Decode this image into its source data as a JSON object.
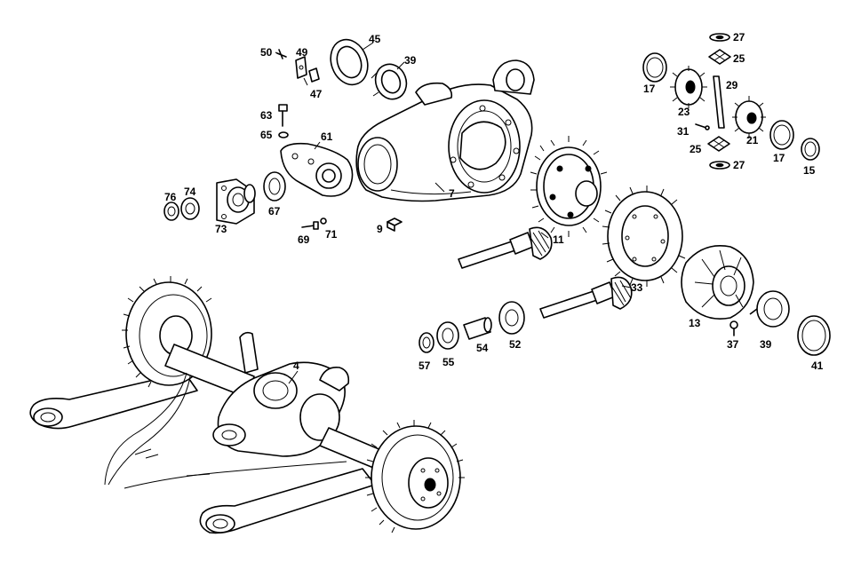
{
  "diagram": {
    "callouts": [
      {
        "id": "c50",
        "text": "50"
      },
      {
        "id": "c49",
        "text": "49"
      },
      {
        "id": "c47",
        "text": "47"
      },
      {
        "id": "c45",
        "text": "45"
      },
      {
        "id": "c39a",
        "text": "39"
      },
      {
        "id": "c63",
        "text": "63"
      },
      {
        "id": "c65",
        "text": "65"
      },
      {
        "id": "c61",
        "text": "61"
      },
      {
        "id": "c7",
        "text": "7"
      },
      {
        "id": "c76",
        "text": "76"
      },
      {
        "id": "c74",
        "text": "74"
      },
      {
        "id": "c73",
        "text": "73"
      },
      {
        "id": "c67",
        "text": "67"
      },
      {
        "id": "c69",
        "text": "69"
      },
      {
        "id": "c71",
        "text": "71"
      },
      {
        "id": "c9",
        "text": "9"
      },
      {
        "id": "c11",
        "text": "11"
      },
      {
        "id": "c33",
        "text": "33"
      },
      {
        "id": "c13",
        "text": "13"
      },
      {
        "id": "c37",
        "text": "37"
      },
      {
        "id": "c39b",
        "text": "39"
      },
      {
        "id": "c41",
        "text": "41"
      },
      {
        "id": "c57",
        "text": "57"
      },
      {
        "id": "c55",
        "text": "55"
      },
      {
        "id": "c54",
        "text": "54"
      },
      {
        "id": "c52",
        "text": "52"
      },
      {
        "id": "c4",
        "text": "4"
      },
      {
        "id": "c27a",
        "text": "27"
      },
      {
        "id": "c25a",
        "text": "25"
      },
      {
        "id": "c17a",
        "text": "17"
      },
      {
        "id": "c29",
        "text": "29"
      },
      {
        "id": "c23",
        "text": "23"
      },
      {
        "id": "c31",
        "text": "31"
      },
      {
        "id": "c21",
        "text": "21"
      },
      {
        "id": "c25b",
        "text": "25"
      },
      {
        "id": "c17b",
        "text": "17"
      },
      {
        "id": "c15",
        "text": "15"
      },
      {
        "id": "c27b",
        "text": "27"
      }
    ]
  }
}
